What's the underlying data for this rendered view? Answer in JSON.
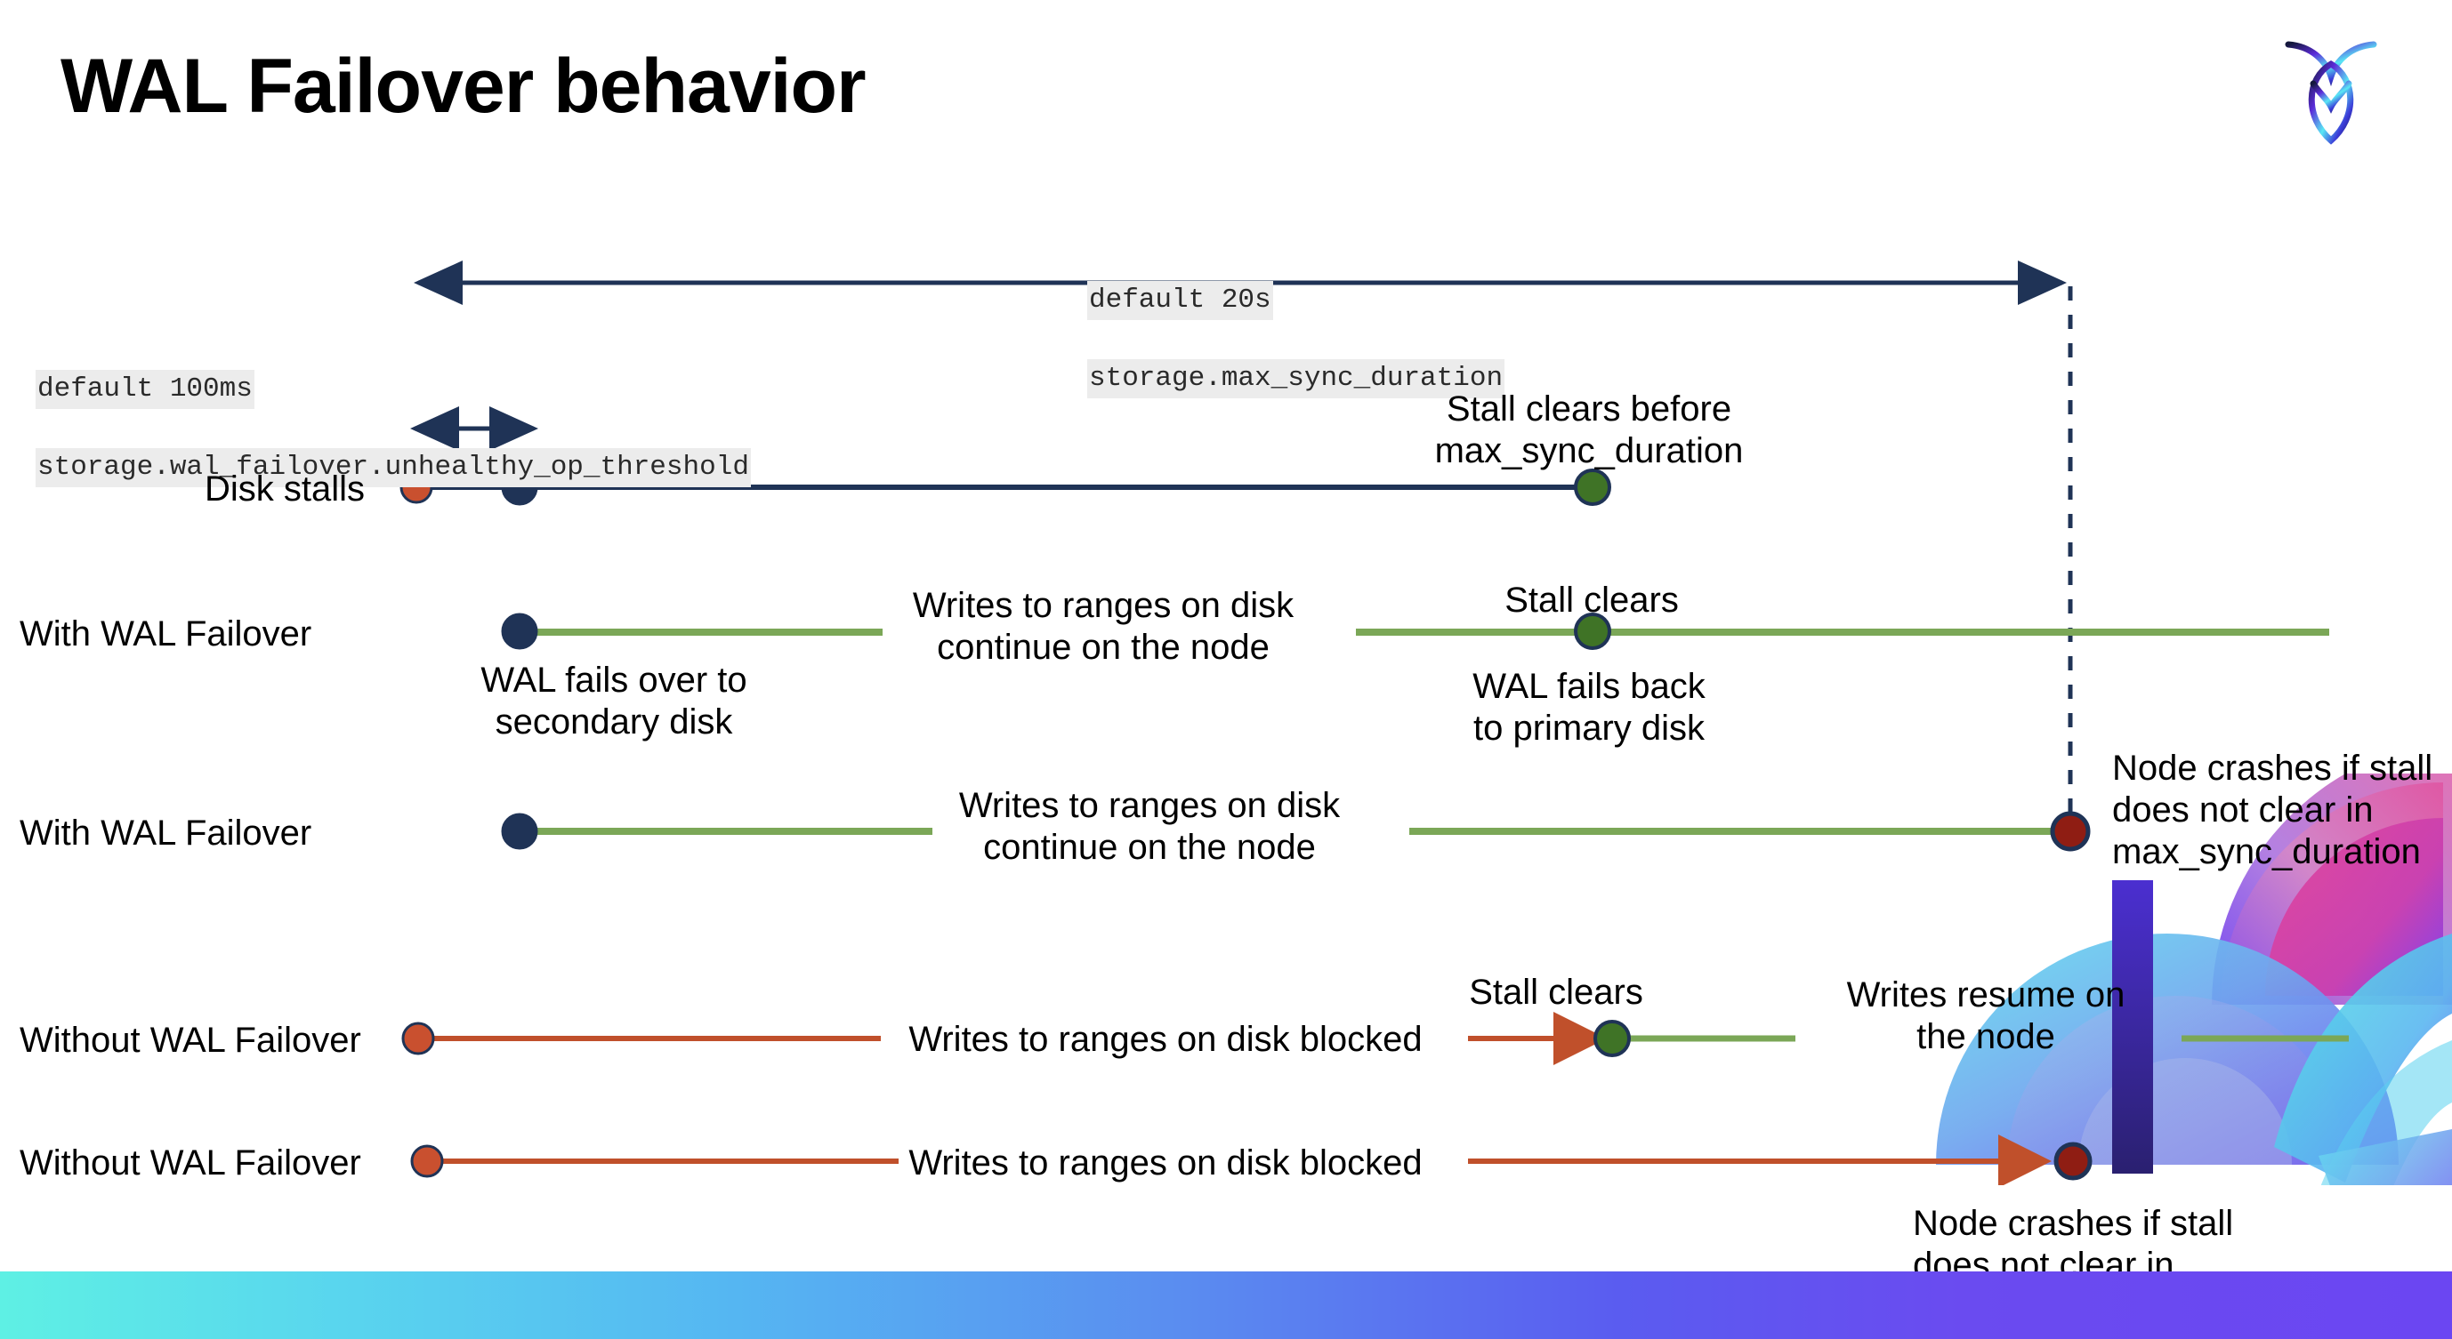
{
  "slide": {
    "title": "WAL Failover behavior",
    "logo_name": "cockroachdb-logo"
  },
  "colors": {
    "navy": "#1f3356",
    "green_line": "#7ba757",
    "green_dot": "#3f7326",
    "red_line": "#c0502b",
    "orange_dot": "#c9502f",
    "dark_red_dot": "#8f1d13",
    "code_bg": "#ececec"
  },
  "annotations": {
    "max_sync": {
      "default": "default 20s",
      "setting": "storage.max_sync_duration"
    },
    "unhealthy_op": {
      "default": "default 100ms",
      "setting": "storage.wal_failover.unhealthy_op_threshold"
    }
  },
  "rows": [
    {
      "name": "disk-stalls",
      "label": "Disk stalls",
      "notes": [
        {
          "name": "stall-clears-before-note",
          "text": "Stall clears before\nmax_sync_duration"
        }
      ]
    },
    {
      "name": "with-wal-failover-clears",
      "label": "With WAL Failover",
      "notes": [
        {
          "name": "wal-fails-over-note",
          "text": "WAL fails over to\nsecondary disk"
        },
        {
          "name": "writes-continue-note",
          "text": "Writes to ranges on disk\ncontinue on the node"
        },
        {
          "name": "stall-clears-note",
          "text": "Stall clears"
        },
        {
          "name": "wal-fails-back-note",
          "text": "WAL fails  back\nto primary disk"
        }
      ]
    },
    {
      "name": "with-wal-failover-crash",
      "label": "With WAL Failover",
      "notes": [
        {
          "name": "writes-continue-note-2",
          "text": "Writes to ranges on disk\ncontinue on the node"
        },
        {
          "name": "node-crashes-note-1",
          "text": "Node crashes if stall\ndoes not clear in\nmax_sync_duration"
        }
      ]
    },
    {
      "name": "without-wal-failover-clears",
      "label": "Without WAL Failover",
      "notes": [
        {
          "name": "writes-blocked-note",
          "text": "Writes to ranges on disk  blocked"
        },
        {
          "name": "stall-clears-note-2",
          "text": "Stall clears"
        },
        {
          "name": "writes-resume-note",
          "text": "Writes resume on\nthe node"
        }
      ]
    },
    {
      "name": "without-wal-failover-crash",
      "label": "Without WAL Failover",
      "notes": [
        {
          "name": "writes-blocked-note-2",
          "text": "Writes to ranges on disk  blocked"
        },
        {
          "name": "node-crashes-note-2",
          "text": "Node crashes if stall\ndoes not clear in\nmax_sync_duration"
        }
      ]
    }
  ],
  "labels": {
    "disk_stalls": "Disk stalls",
    "with_wal_failover_1": "With WAL Failover",
    "with_wal_failover_2": "With WAL Failover",
    "without_wal_failover_1": "Without WAL Failover",
    "without_wal_failover_2": "Without WAL Failover",
    "stall_clears_before_max": "Stall clears before\nmax_sync_duration",
    "wal_fails_over": "WAL fails over to\nsecondary disk",
    "writes_continue_1": "Writes to ranges on disk\ncontinue on the node",
    "writes_continue_2": "Writes to ranges on disk\ncontinue on the node",
    "stall_clears_1": "Stall clears",
    "wal_fails_back": "WAL fails  back\nto primary disk",
    "node_crashes_1": "Node crashes if stall\ndoes not clear in\nmax_sync_duration",
    "writes_blocked_1": "Writes to ranges on disk  blocked",
    "stall_clears_2": "Stall clears",
    "writes_resume": "Writes resume on\nthe node",
    "writes_blocked_2": "Writes to ranges on disk  blocked",
    "node_crashes_2": "Node crashes if stall\ndoes not clear in\nmax_sync_duration",
    "max_sync_default": "default 20s",
    "max_sync_setting": "storage.max_sync_duration",
    "unhealthy_default": "default 100ms",
    "unhealthy_setting": "storage.wal_failover.unhealthy_op_threshold"
  }
}
